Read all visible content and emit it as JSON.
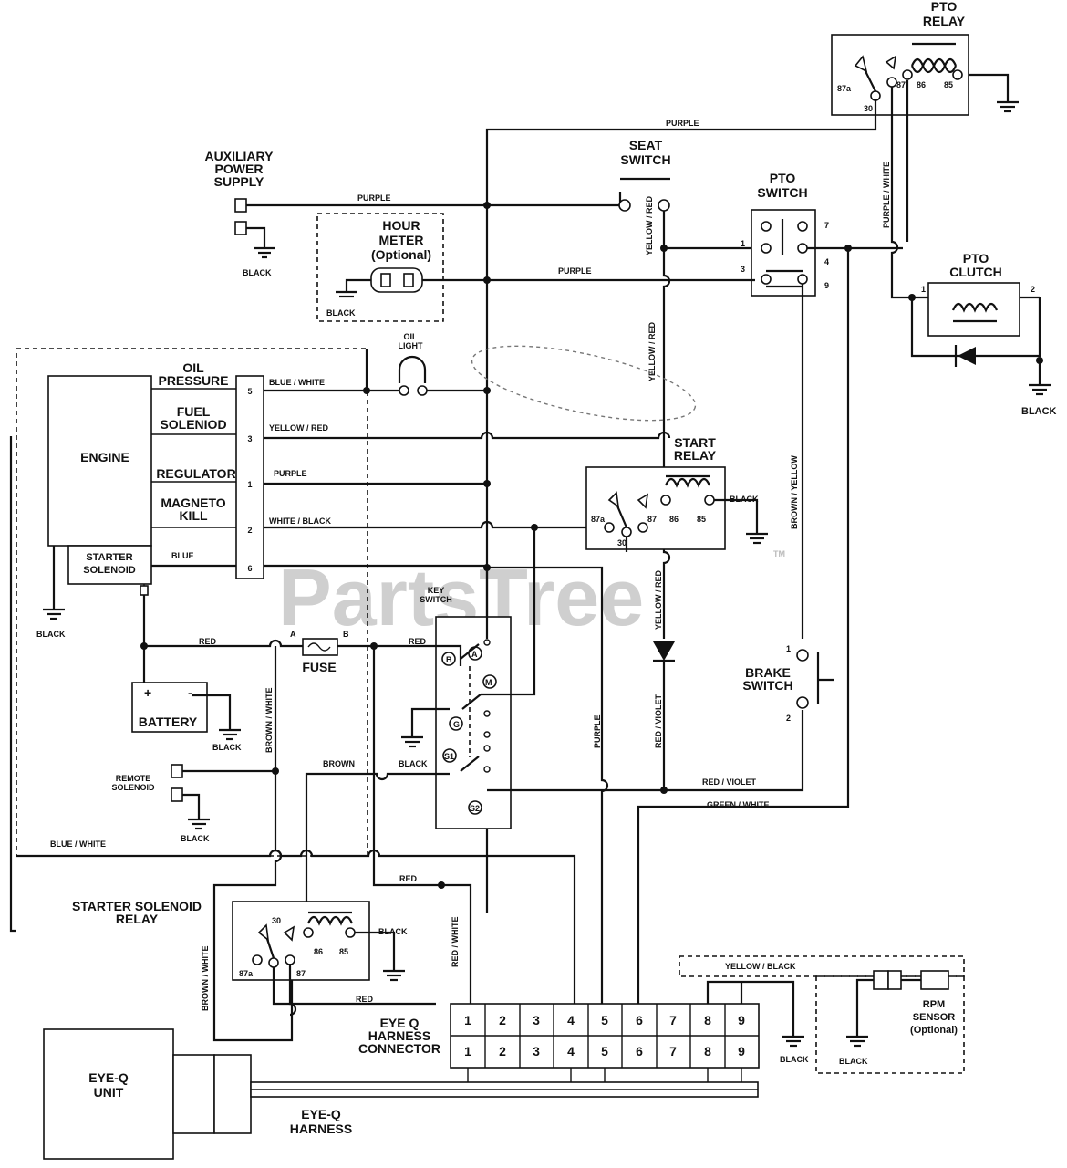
{
  "watermark": {
    "text": "PartsTree",
    "tm": "TM"
  },
  "components": {
    "pto_relay": [
      "PTO",
      "RELAY"
    ],
    "aux_power": [
      "AUXILIARY",
      "POWER",
      "SUPPLY"
    ],
    "seat_switch": [
      "SEAT",
      "SWITCH"
    ],
    "pto_switch": [
      "PTO",
      "SWITCH"
    ],
    "hour_meter": [
      "HOUR",
      "METER",
      "(Optional)"
    ],
    "pto_clutch": [
      "PTO",
      "CLUTCH"
    ],
    "oil_light": [
      "OIL",
      "LIGHT"
    ],
    "engine": "ENGINE",
    "start_relay": [
      "START",
      "RELAY"
    ],
    "starter_solenoid": [
      "STARTER",
      "SOLENOID"
    ],
    "key_switch": [
      "KEY",
      "SWITCH"
    ],
    "fuse": "FUSE",
    "battery": "BATTERY",
    "brake_switch": [
      "BRAKE",
      "SWITCH"
    ],
    "remote_solenoid": [
      "REMOTE",
      "SOLENOID"
    ],
    "starter_solenoid_relay": [
      "STARTER SOLENOID",
      "RELAY"
    ],
    "eye_q_connector": [
      "EYE Q",
      "HARNESS",
      "CONNECTOR"
    ],
    "rpm_sensor": [
      "RPM",
      "SENSOR",
      "(Optional)"
    ],
    "eye_q_unit": [
      "EYE-Q",
      "UNIT"
    ],
    "eye_q_harness": [
      "EYE-Q",
      "HARNESS"
    ]
  },
  "engine_terminals": [
    {
      "label": [
        "OIL",
        "PRESSURE"
      ],
      "pin": "5",
      "wire": "BLUE / WHITE"
    },
    {
      "label": [
        "FUEL",
        "SOLENIOD"
      ],
      "pin": "3",
      "wire": "YELLOW / RED"
    },
    {
      "label": [
        "REGULATOR"
      ],
      "pin": "1",
      "wire": "PURPLE"
    },
    {
      "label": [
        "MAGNETO",
        "KILL"
      ],
      "pin": "2",
      "wire": "WHITE / BLACK"
    },
    {
      "label": [],
      "pin": "6",
      "wire": "BLUE"
    }
  ],
  "wire_labels": {
    "purple_top": "PURPLE",
    "purple_aux": "PURPLE",
    "purple_hour": "PURPLE",
    "yellow_red_seat": "YELLOW / RED",
    "yellow_red_vert": "YELLOW / RED",
    "yellow_red_lower": "YELLOW / RED",
    "purple_white": "PURPLE / WHITE",
    "brown_yellow": "BROWN / YELLOW",
    "red_fuse": "RED",
    "red_key": "RED",
    "red_violet_vert": "RED / VIOLET",
    "red_violet": "RED / VIOLET",
    "green_white": "GREEN / WHITE",
    "purple_vert": "PURPLE",
    "brown_white": "BROWN / WHITE",
    "brown": "BROWN",
    "blue_white": "BLUE / WHITE",
    "red_relay": "RED",
    "red_white": "RED / WHITE",
    "brown_white_relay": "BROWN / WHITE",
    "red_relay_out": "RED",
    "yellow_black": "YELLOW / BLACK"
  },
  "grounds": {
    "black": "BLACK"
  },
  "relay_pins": {
    "p87a": "87a",
    "p87": "87",
    "p86": "86",
    "p85": "85",
    "p30": "30"
  },
  "pto_switch_pins": [
    "1",
    "3",
    "7",
    "4",
    "9"
  ],
  "pto_clutch_pins": [
    "1",
    "2"
  ],
  "brake_pins": [
    "1",
    "2"
  ],
  "fuse_pins": [
    "A",
    "B"
  ],
  "battery_signs": [
    "+",
    "-"
  ],
  "key_positions": [
    "A",
    "B",
    "M",
    "G",
    "S1",
    "S2"
  ],
  "connector_pins": [
    "1",
    "2",
    "3",
    "4",
    "5",
    "6",
    "7",
    "8",
    "9"
  ]
}
